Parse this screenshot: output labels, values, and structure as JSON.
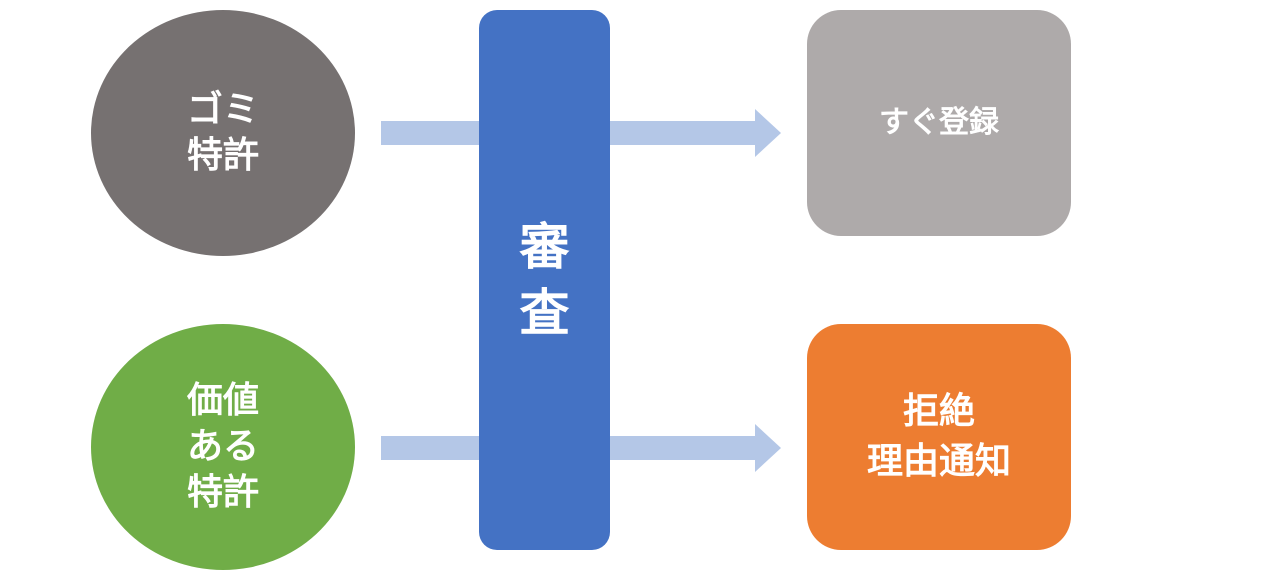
{
  "inputs": {
    "junk_patent": {
      "lines": [
        "ゴミ",
        "特許"
      ],
      "color": "#767171"
    },
    "valuable_patent": {
      "lines": [
        "価値",
        "ある",
        "特許"
      ],
      "color": "#70ad47"
    }
  },
  "review": {
    "lines": [
      "審",
      "査"
    ],
    "color": "#4472c4"
  },
  "outcomes": {
    "registration": {
      "lines": [
        "すぐ登録"
      ],
      "color": "#aeaaaa"
    },
    "rejection": {
      "lines": [
        "拒絶",
        "理由通知"
      ],
      "color": "#ed7d31"
    }
  },
  "arrow_color": "#b4c7e7"
}
